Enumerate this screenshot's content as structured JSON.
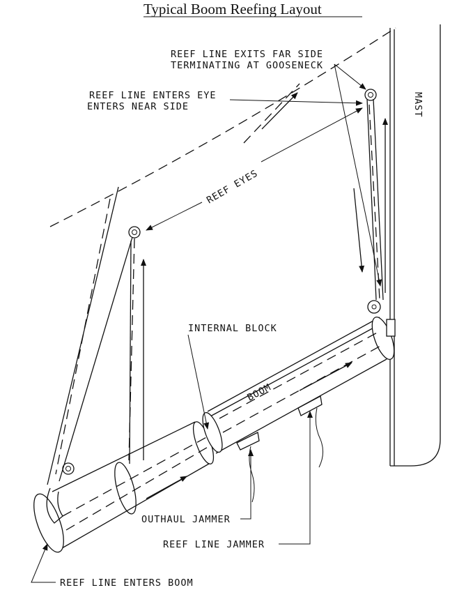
{
  "title": "Typical Boom Reefing Layout",
  "labels": {
    "exits_line1": "REEF LINE EXITS FAR SIDE",
    "exits_line2": "TERMINATING AT GOOSENECK",
    "enters_eye_line1": "REEF LINE ENTERS EYE",
    "enters_eye_line2": "ENTERS NEAR SIDE",
    "mast": "MAST",
    "reef_eyes": "REEF EYES",
    "internal_block": "INTERNAL BLOCK",
    "boom": "BOOM",
    "outhaul_jammer": "OUTHAUL JAMMER",
    "reef_line_jammer": "REEF LINE JAMMER",
    "reef_line_enters_boom": "REEF LINE ENTERS BOOM"
  }
}
